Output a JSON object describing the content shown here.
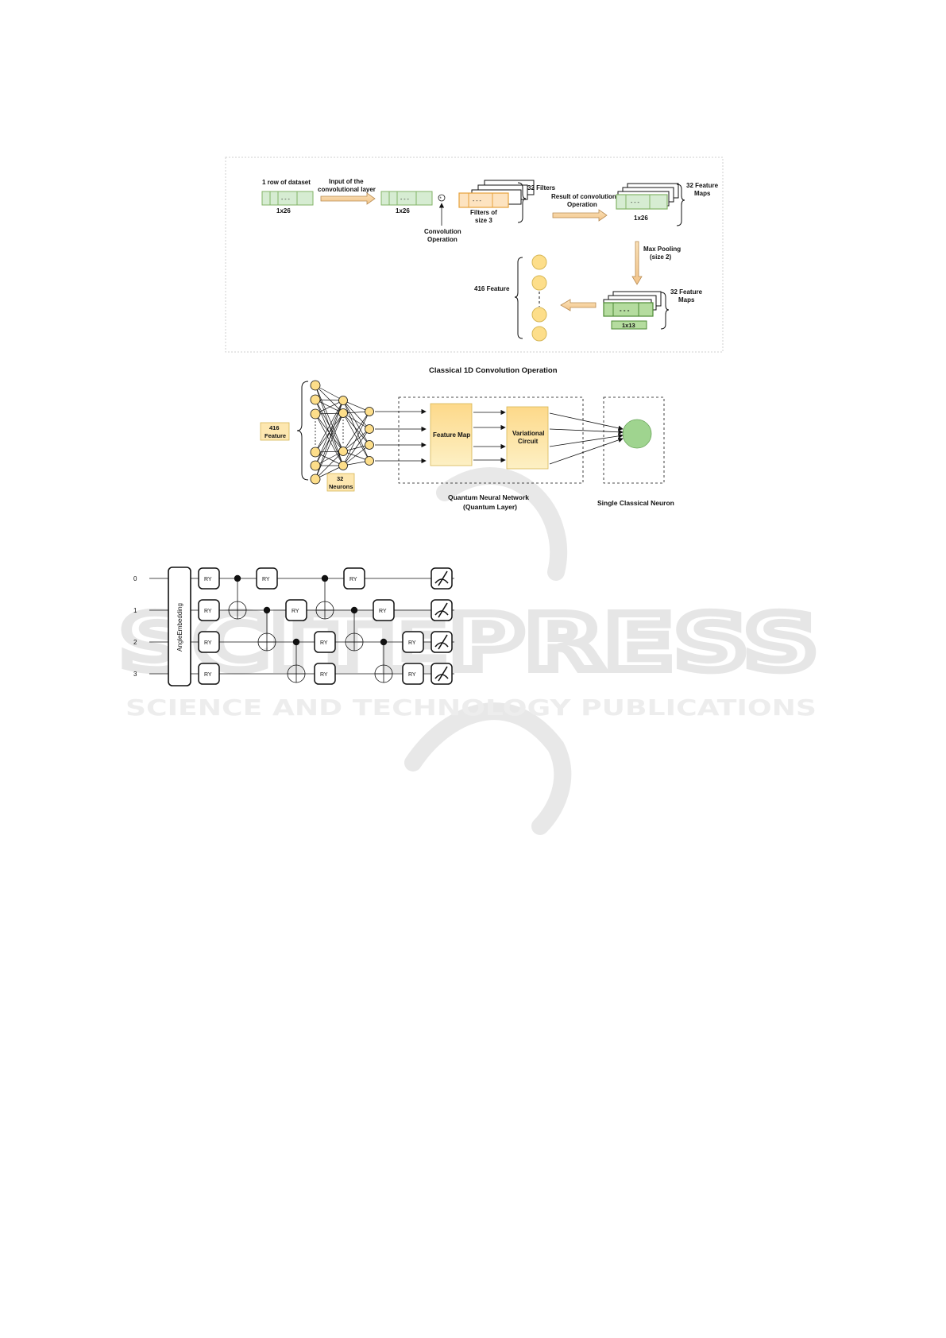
{
  "conv": {
    "row_label": "1 row of dataset",
    "input_label_1": "Input of the",
    "input_label_2": "convolutional layer",
    "size_a": "1x26",
    "size_b": "1x26",
    "dots": "- - -",
    "conv_op_1": "Convolution",
    "conv_op_2": "Operation",
    "filters_count": "32 Filters",
    "filters_size_1": "Filters of",
    "filters_size_2": "size 3",
    "result_1": "Result of convolution",
    "result_2": "Operation",
    "maps_1": "32 Feature",
    "maps_2": "Maps",
    "size_c": "1x26",
    "pool_1": "Max Pooling",
    "pool_2": "(size 2)",
    "maps2_1": "32 Feature",
    "maps2_2": "Maps",
    "size_d": "1x13",
    "feature_label": "416 Feature",
    "title": "Classical 1D Convolution Operation",
    "conv_symbol": "*"
  },
  "qnn": {
    "feature_1": "416",
    "feature_2": "Feature",
    "neurons_1": "32",
    "neurons_2": "Neurons",
    "feature_map": "Feature Map",
    "var_1": "Variational",
    "var_2": "Circuit",
    "qnn_label_1": "Quantum Neural Network",
    "qnn_label_2": "(Quantum Layer)",
    "neuron_label": "Single Classical Neuron"
  },
  "circuit": {
    "wires": [
      "0",
      "1",
      "2",
      "3"
    ],
    "embedding": "AngleEmbedding",
    "gate": "RY"
  },
  "watermark": {
    "big": "SCITEPRESS",
    "small": "SCIENCE AND TECHNOLOGY PUBLICATIONS"
  },
  "colors": {
    "green_fill": "#d6ecd2",
    "green_stroke": "#82b366",
    "orange_fill": "#fde3c0",
    "orange_stroke": "#e6a23c",
    "yellow_fill": "#fdde8a",
    "yellow_stroke": "#d6b656",
    "neuron_green": "#9fd48f"
  }
}
